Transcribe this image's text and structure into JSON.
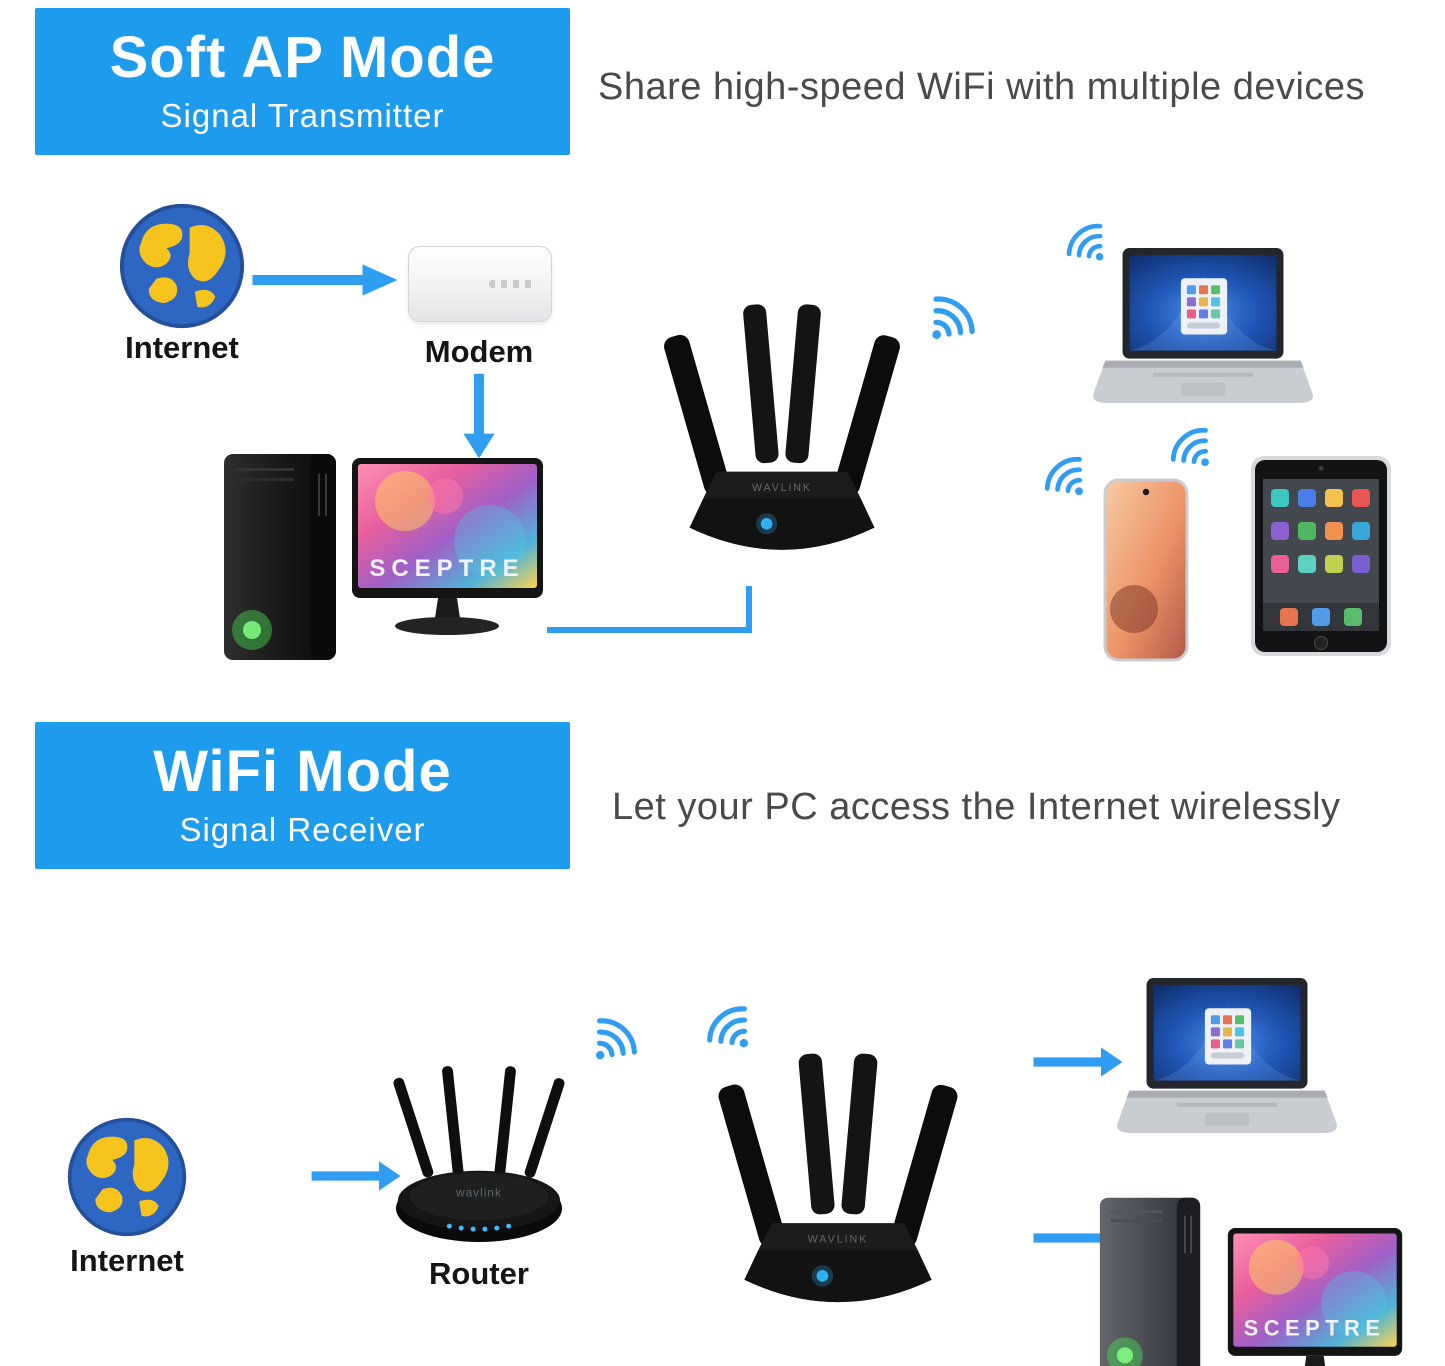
{
  "colors": {
    "banner_blue": "#1d9bec",
    "accent_blue": "#2e9df2",
    "text_gray": "#4a4a4a",
    "label_black": "#151515",
    "globe_sea": "#2d66c3",
    "globe_land": "#f7c31d"
  },
  "section1": {
    "banner_title": "Soft AP Mode",
    "banner_subtitle": "Signal Transmitter",
    "description": "Share high-speed WiFi with multiple devices",
    "internet_label": "Internet",
    "modem_label": "Modem",
    "monitor_brand": "SCEPTRE",
    "adapter_brand": "WAVLINK"
  },
  "section2": {
    "banner_title": "WiFi Mode",
    "banner_subtitle": "Signal Receiver",
    "description": "Let your PC access the Internet wirelessly",
    "internet_label": "Internet",
    "router_label": "Router",
    "router_brand": "wavlink",
    "adapter_brand": "WAVLINK",
    "monitor_brand": "SCEPTRE"
  }
}
